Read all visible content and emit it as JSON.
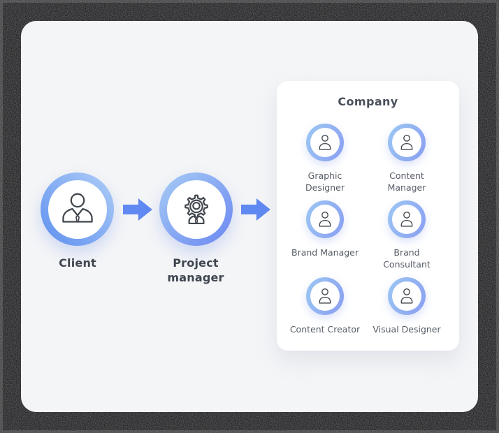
{
  "colors": {
    "canvas_bg": "#f4f5f7",
    "panel_bg": "#ffffff",
    "arrow": "#6189f2",
    "client_ring_light": "#aecdf7",
    "client_ring_dark": "#5f90ef",
    "pm_ring_light": "#a6ccf5",
    "pm_ring_dark": "#6b87f1",
    "member_ring_light": "#9cc8f3",
    "member_ring_dark": "#8a9ef2"
  },
  "flow": {
    "client": {
      "label": "Client",
      "icon": "businessman-icon"
    },
    "project_manager": {
      "label": "Project\nmanager",
      "icon": "gear-person-icon"
    },
    "arrow_icon": "arrow-right-icon"
  },
  "company": {
    "title": "Company",
    "member_icon": "user-icon",
    "members": [
      {
        "label": "Graphic\nDesigner"
      },
      {
        "label": "Content\nManager"
      },
      {
        "label": "Brand Manager"
      },
      {
        "label": "Brand\nConsultant"
      },
      {
        "label": "Content Creator"
      },
      {
        "label": "Visual Designer"
      }
    ]
  }
}
